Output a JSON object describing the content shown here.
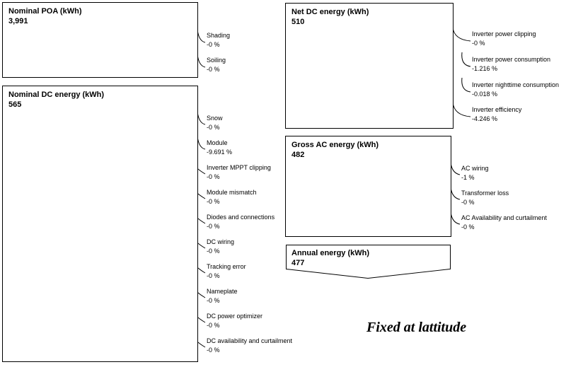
{
  "boxes": {
    "nominal_poa": {
      "title": "Nominal POA (kWh)",
      "value": "3,991"
    },
    "nominal_dc": {
      "title": "Nominal DC energy (kWh)",
      "value": "565"
    },
    "net_dc": {
      "title": "Net DC energy (kWh)",
      "value": "510"
    },
    "gross_ac": {
      "title": "Gross AC energy (kWh)",
      "value": "482"
    },
    "annual": {
      "title": "Annual energy (kWh)",
      "value": "477"
    }
  },
  "losses": {
    "poa": [
      {
        "label": "Shading",
        "value": "-0 %"
      },
      {
        "label": "Soiling",
        "value": "-0 %"
      }
    ],
    "dc": [
      {
        "label": "Snow",
        "value": "-0 %"
      },
      {
        "label": "Module",
        "value": "-9.691 %"
      },
      {
        "label": "Inverter MPPT clipping",
        "value": "-0 %"
      },
      {
        "label": "Module mismatch",
        "value": "-0 %"
      },
      {
        "label": "Diodes and connections",
        "value": "-0 %"
      },
      {
        "label": "DC wiring",
        "value": "-0 %"
      },
      {
        "label": "Tracking error",
        "value": "-0 %"
      },
      {
        "label": "Nameplate",
        "value": "-0 %"
      },
      {
        "label": "DC power optimizer",
        "value": "-0 %"
      },
      {
        "label": "DC availability and curtailment",
        "value": "-0 %"
      }
    ],
    "inverter": [
      {
        "label": "Inverter power clipping",
        "value": "-0 %"
      },
      {
        "label": "Inverter power consumption",
        "value": "-1.216 %"
      },
      {
        "label": "Inverter nighttime consumption",
        "value": "-0.018 %"
      },
      {
        "label": "Inverter efficiency",
        "value": "-4.246 %"
      }
    ],
    "ac": [
      {
        "label": "AC wiring",
        "value": "-1 %"
      },
      {
        "label": "Transformer loss",
        "value": "-0 %"
      },
      {
        "label": "AC Availability and curtailment",
        "value": "-0 %"
      }
    ]
  },
  "caption": "Fixed at lattitude"
}
